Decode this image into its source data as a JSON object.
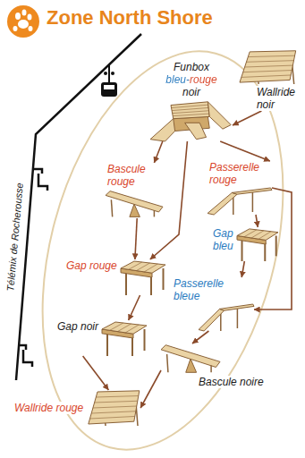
{
  "diagram": {
    "title": "Zone North Shore",
    "nodes": [
      {
        "text": [
          "Wallride noir"
        ]
      },
      {
        "text": [
          "Funbox",
          "bleu-rouge",
          "noir"
        ]
      },
      {
        "text": [
          "Bascule rouge"
        ]
      },
      {
        "text": [
          "Passerelle rouge"
        ]
      },
      {
        "text": [
          "Gap bleu"
        ]
      },
      {
        "text": [
          "Gap rouge"
        ]
      },
      {
        "text": [
          "Passerelle bleue"
        ]
      },
      {
        "text": [
          "Gap noir"
        ]
      },
      {
        "text": [
          "Bascule noire"
        ]
      },
      {
        "text": [
          "Wallride rouge"
        ]
      }
    ],
    "edges": [
      {
        "from": 0,
        "to": 1,
        "arrow": "to"
      },
      {
        "from": 1,
        "to": 2,
        "arrow": "to"
      },
      {
        "from": 1,
        "to": 5,
        "arrow": "to"
      },
      {
        "from": 1,
        "to": 3,
        "arrow": "to"
      },
      {
        "from": 2,
        "to": 5,
        "arrow": "to"
      },
      {
        "from": 3,
        "to": 4,
        "arrow": "to"
      },
      {
        "from": 3,
        "to": 6,
        "arrow": "to"
      },
      {
        "from": 4,
        "to": 6,
        "arrow": "to"
      },
      {
        "from": 5,
        "to": 7,
        "arrow": "to"
      },
      {
        "from": 6,
        "to": 8,
        "arrow": "to"
      },
      {
        "from": 7,
        "to": 9,
        "arrow": "to"
      },
      {
        "from": 8,
        "to": 9,
        "arrow": "to"
      }
    ],
    "labels": [
      "Télémix de Rocherousse"
    ]
  }
}
